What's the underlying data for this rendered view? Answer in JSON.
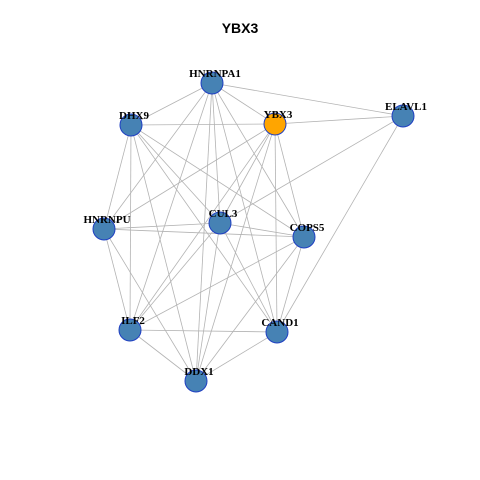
{
  "title": "YBX3",
  "colors": {
    "center_node": "#ffa500",
    "node": "#4682b4",
    "node_border": "#1f3fc2",
    "edge": "#b3b3b3"
  },
  "graph": {
    "nodes": [
      {
        "id": "HNRNPA1",
        "label": "HNRNPA1",
        "center": false
      },
      {
        "id": "DHX9",
        "label": "DHX9",
        "center": false
      },
      {
        "id": "YBX3",
        "label": "YBX3",
        "center": true
      },
      {
        "id": "ELAVL1",
        "label": "ELAVL1",
        "center": false
      },
      {
        "id": "HNRNPU",
        "label": "HNRNPU",
        "center": false
      },
      {
        "id": "CUL3",
        "label": "CUL3",
        "center": false
      },
      {
        "id": "COPS5",
        "label": "COPS5",
        "center": false
      },
      {
        "id": "ILF2",
        "label": "ILF2",
        "center": false
      },
      {
        "id": "CAND1",
        "label": "CAND1",
        "center": false
      },
      {
        "id": "DDX1",
        "label": "DDX1",
        "center": false
      }
    ],
    "edges": [
      [
        "HNRNPA1",
        "DHX9"
      ],
      [
        "HNRNPA1",
        "YBX3"
      ],
      [
        "HNRNPA1",
        "ELAVL1"
      ],
      [
        "HNRNPA1",
        "HNRNPU"
      ],
      [
        "HNRNPA1",
        "CUL3"
      ],
      [
        "HNRNPA1",
        "COPS5"
      ],
      [
        "HNRNPA1",
        "ILF2"
      ],
      [
        "HNRNPA1",
        "CAND1"
      ],
      [
        "HNRNPA1",
        "DDX1"
      ],
      [
        "DHX9",
        "YBX3"
      ],
      [
        "DHX9",
        "HNRNPU"
      ],
      [
        "DHX9",
        "CUL3"
      ],
      [
        "DHX9",
        "COPS5"
      ],
      [
        "DHX9",
        "ILF2"
      ],
      [
        "DHX9",
        "CAND1"
      ],
      [
        "DHX9",
        "DDX1"
      ],
      [
        "YBX3",
        "ELAVL1"
      ],
      [
        "YBX3",
        "HNRNPU"
      ],
      [
        "YBX3",
        "CUL3"
      ],
      [
        "YBX3",
        "COPS5"
      ],
      [
        "YBX3",
        "ILF2"
      ],
      [
        "YBX3",
        "CAND1"
      ],
      [
        "YBX3",
        "DDX1"
      ],
      [
        "ELAVL1",
        "CUL3"
      ],
      [
        "ELAVL1",
        "CAND1"
      ],
      [
        "HNRNPU",
        "CUL3"
      ],
      [
        "HNRNPU",
        "COPS5"
      ],
      [
        "HNRNPU",
        "ILF2"
      ],
      [
        "HNRNPU",
        "DDX1"
      ],
      [
        "CUL3",
        "COPS5"
      ],
      [
        "CUL3",
        "ILF2"
      ],
      [
        "CUL3",
        "CAND1"
      ],
      [
        "CUL3",
        "DDX1"
      ],
      [
        "COPS5",
        "ILF2"
      ],
      [
        "COPS5",
        "CAND1"
      ],
      [
        "COPS5",
        "DDX1"
      ],
      [
        "ILF2",
        "CAND1"
      ],
      [
        "ILF2",
        "DDX1"
      ],
      [
        "CAND1",
        "DDX1"
      ]
    ]
  }
}
